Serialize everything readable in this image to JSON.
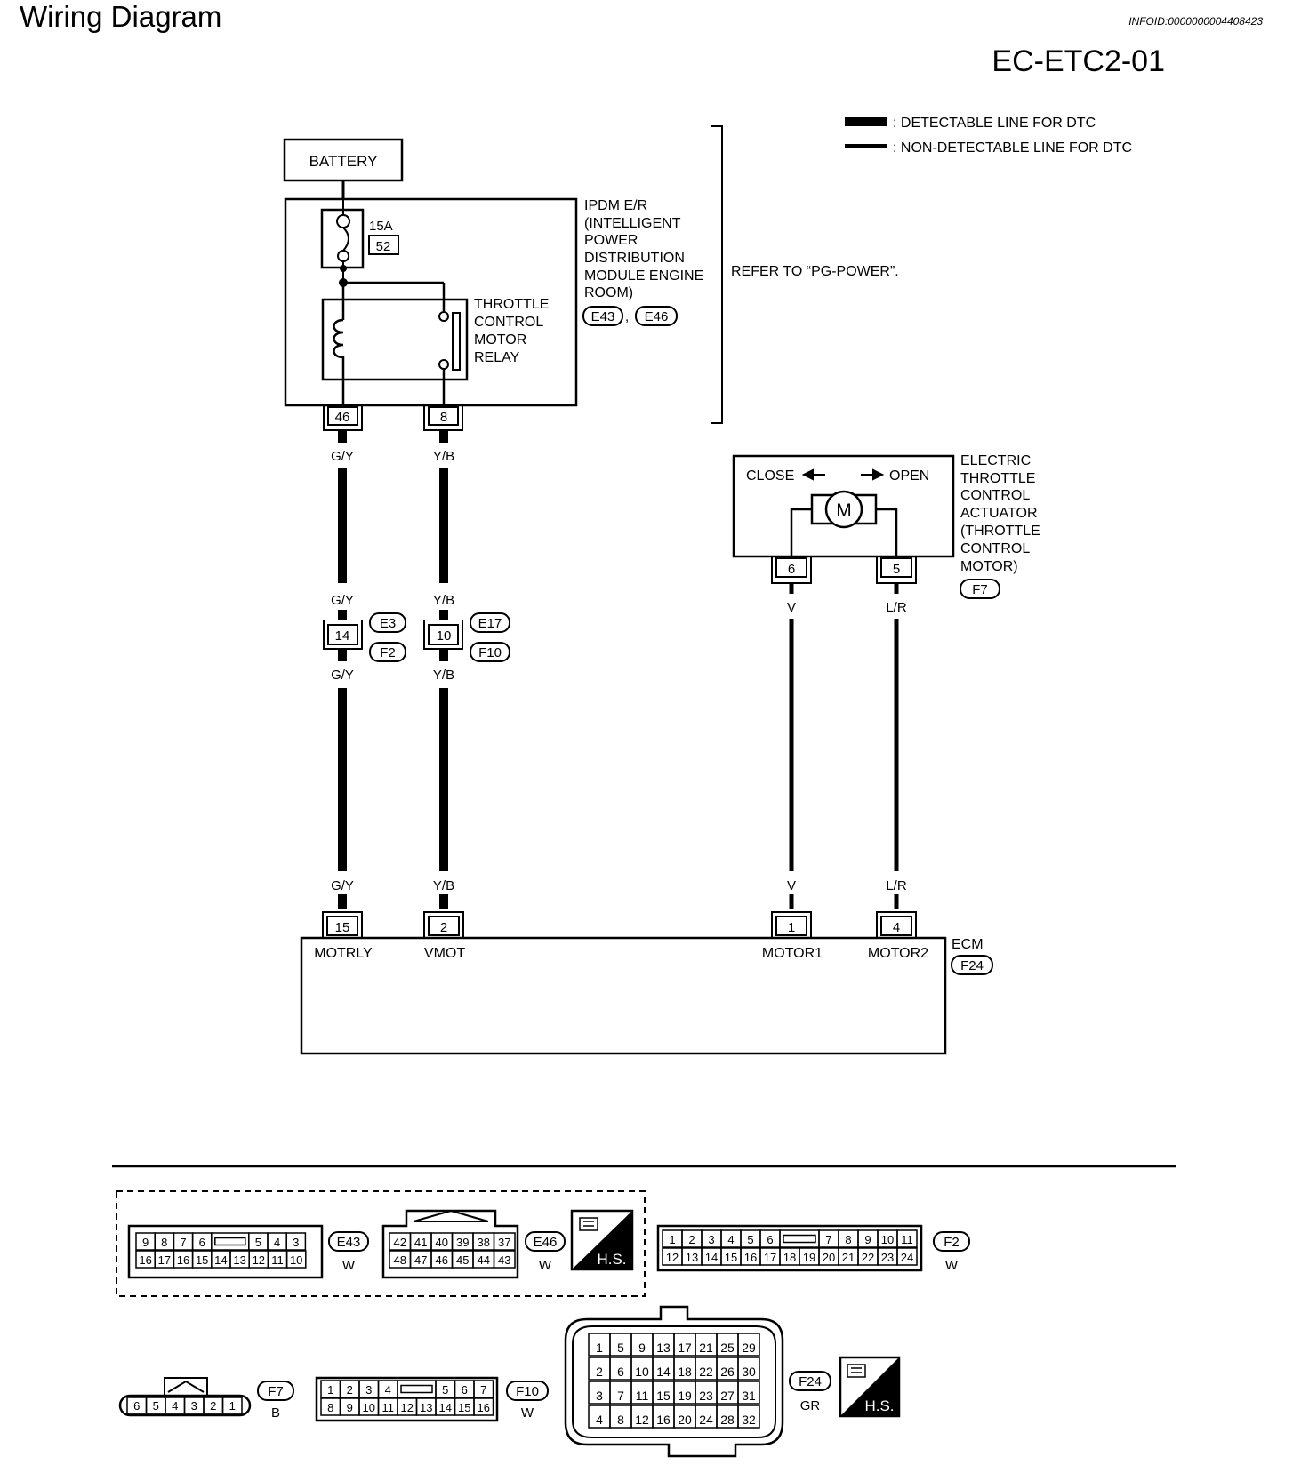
{
  "header": {
    "title": "Wiring Diagram",
    "info_id": "INFOID:0000000004408423",
    "code": "EC-ETC2-01"
  },
  "legend": {
    "detectable": ": DETECTABLE LINE FOR DTC",
    "non_detectable": ": NON-DETECTABLE LINE FOR DTC"
  },
  "battery": {
    "label": "BATTERY"
  },
  "fuse": {
    "rating": "15A",
    "number": "52"
  },
  "relay": {
    "label_lines": [
      "THROTTLE",
      "CONTROL",
      "MOTOR",
      "RELAY"
    ]
  },
  "ipdm": {
    "label_lines": [
      "IPDM E/R",
      "(INTELLIGENT",
      "POWER",
      "DISTRIBUTION",
      "MODULE ENGINE",
      "ROOM)"
    ],
    "connectors": [
      "E43",
      "E46"
    ],
    "separator": ",",
    "refer_text": "REFER TO “PG-POWER”."
  },
  "ipdm_pins": [
    "46",
    "8"
  ],
  "wire_colors": {
    "left_top": "G/Y",
    "mid_top": "Y/B",
    "left_mid_a": "G/Y",
    "mid_mid_a": "Y/B",
    "left_mid_b": "G/Y",
    "mid_mid_b": "Y/B",
    "left_bottom": "G/Y",
    "mid_bottom": "Y/B",
    "motor1_top": "V",
    "motor2_top": "L/R",
    "motor1_bottom": "V",
    "motor2_bottom": "L/R"
  },
  "joint": {
    "left_pin": "14",
    "mid_pin": "10",
    "left_conn_top": "E3",
    "left_conn_bottom": "F2",
    "mid_conn_top": "E17",
    "mid_conn_bottom": "F10"
  },
  "actuator": {
    "close_label": "CLOSE",
    "open_label": "OPEN",
    "motor_symbol": "M",
    "label_lines": [
      "ELECTRIC",
      "THROTTLE",
      "CONTROL",
      "ACTUATOR",
      "(THROTTLE",
      "CONTROL",
      "MOTOR)"
    ],
    "connector": "F7",
    "pins": [
      "6",
      "5"
    ]
  },
  "ecm": {
    "label": "ECM",
    "connector": "F24",
    "pins": [
      "15",
      "2",
      "1",
      "4"
    ],
    "terminal_names": [
      "MOTRLY",
      "VMOT",
      "MOTOR1",
      "MOTOR2"
    ]
  },
  "connector_views": {
    "e43": {
      "id": "E43",
      "color": "W",
      "top_row": [
        "9",
        "8",
        "7",
        "6",
        "",
        "5",
        "4",
        "3"
      ],
      "bottom_row": [
        "16",
        "17",
        "16",
        "15",
        "14",
        "13",
        "12",
        "11",
        "10"
      ]
    },
    "e46": {
      "id": "E46",
      "color": "W",
      "top_row": [
        "42",
        "41",
        "40",
        "39",
        "38",
        "37"
      ],
      "bottom_row": [
        "48",
        "47",
        "46",
        "45",
        "44",
        "43"
      ]
    },
    "hs_label": "H.S.",
    "f2": {
      "id": "F2",
      "color": "W",
      "top_row": [
        "1",
        "2",
        "3",
        "4",
        "5",
        "6",
        "",
        "7",
        "8",
        "9",
        "10",
        "11"
      ],
      "bottom_row": [
        "12",
        "13",
        "14",
        "15",
        "16",
        "17",
        "18",
        "19",
        "20",
        "21",
        "22",
        "23",
        "24"
      ]
    },
    "f7": {
      "id": "F7",
      "color": "B",
      "row": [
        "6",
        "5",
        "4",
        "3",
        "2",
        "1"
      ]
    },
    "f10": {
      "id": "F10",
      "color": "W",
      "top_row": [
        "1",
        "2",
        "3",
        "4",
        "",
        "5",
        "6",
        "7"
      ],
      "bottom_row": [
        "8",
        "9",
        "10",
        "11",
        "12",
        "13",
        "14",
        "15",
        "16"
      ]
    },
    "f24": {
      "id": "F24",
      "color": "GR",
      "rows": [
        [
          "1",
          "5",
          "9",
          "13",
          "17",
          "21",
          "25",
          "29"
        ],
        [
          "2",
          "6",
          "10",
          "14",
          "18",
          "22",
          "26",
          "30"
        ],
        [
          "3",
          "7",
          "11",
          "15",
          "19",
          "23",
          "27",
          "31"
        ],
        [
          "4",
          "8",
          "12",
          "16",
          "20",
          "24",
          "28",
          "32"
        ]
      ]
    }
  }
}
